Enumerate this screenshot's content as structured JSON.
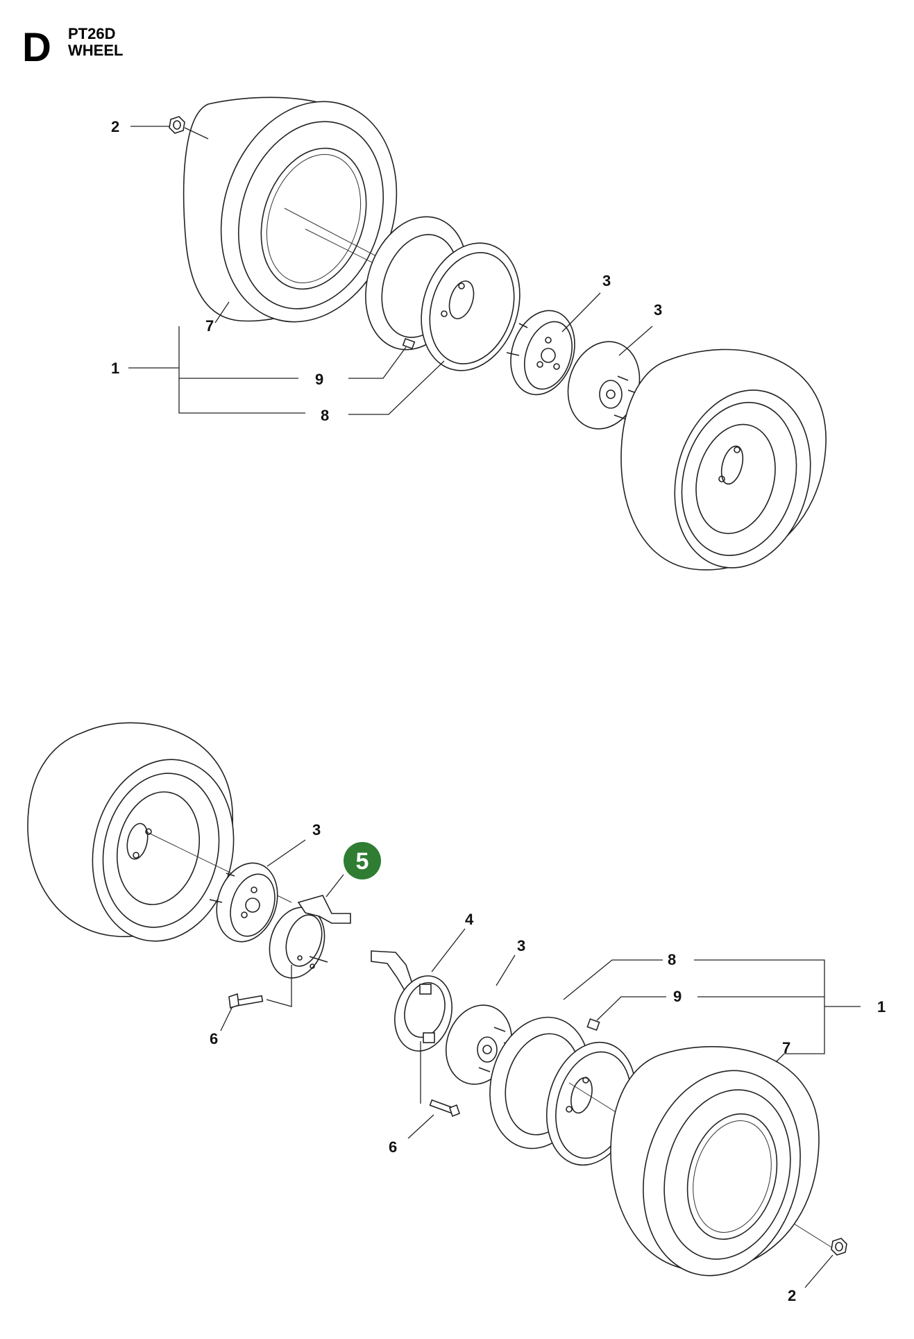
{
  "header": {
    "section_letter": "D",
    "model": "PT26D",
    "title": "WHEEL"
  },
  "callouts": {
    "top": {
      "nut": "2",
      "tire": "7",
      "assembly": "1",
      "valve": "9",
      "rim": "8",
      "hub_front": "3",
      "hub_rear": "3"
    },
    "bottom": {
      "hub_left": "3",
      "highlighted_part": "5",
      "bracket": "4",
      "hub_right": "3",
      "rim": "8",
      "valve": "9",
      "assembly": "1",
      "tire": "7",
      "bolt_left": "6",
      "bolt_center": "6",
      "nut": "2"
    }
  },
  "colors": {
    "highlight": "#2e7d32",
    "line": "#222222"
  }
}
